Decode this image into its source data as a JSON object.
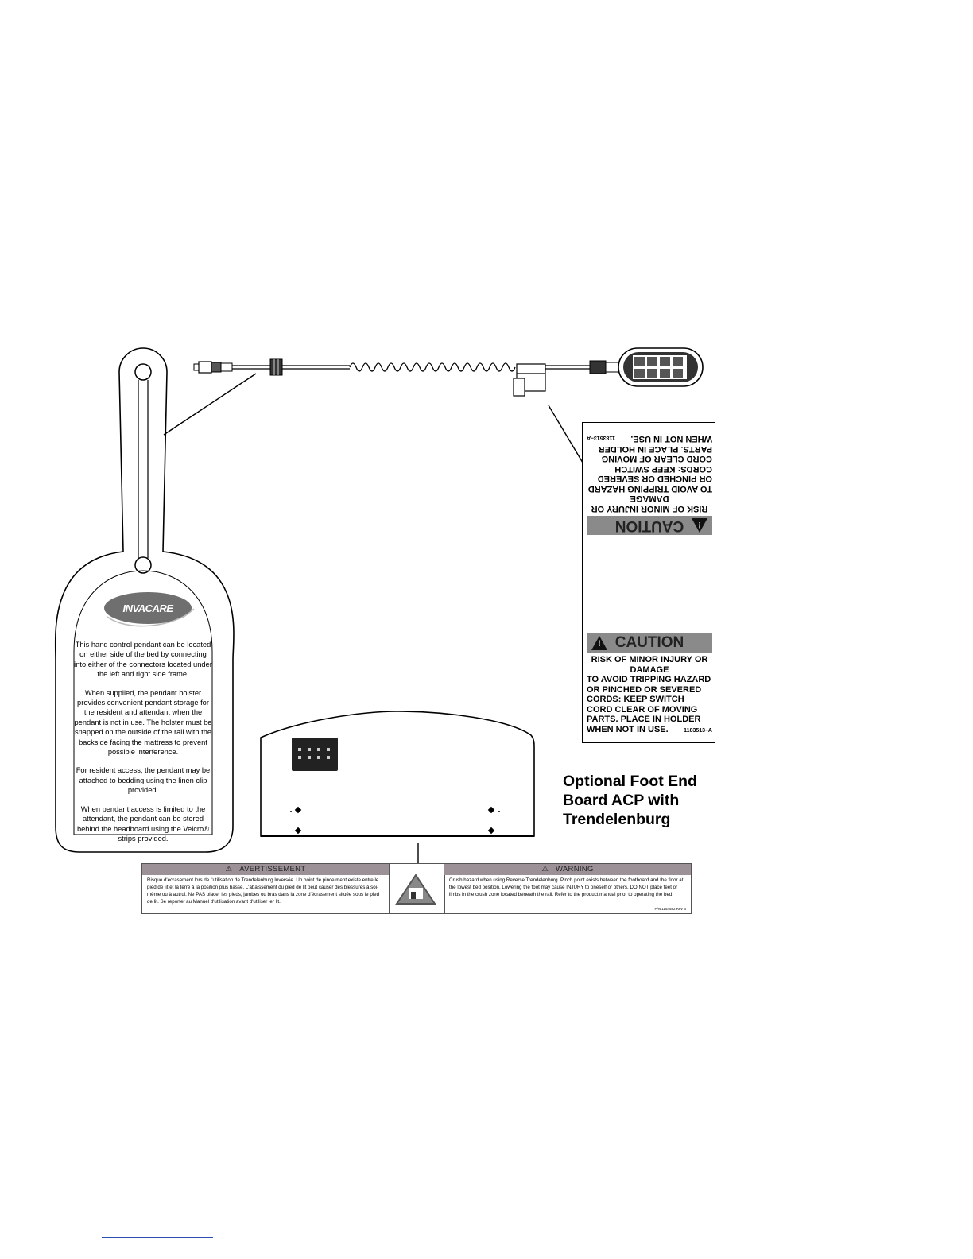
{
  "hanger": {
    "logo_text": "INVACARE",
    "paragraphs": [
      "This hand control pendant can be located on either side of the bed by connecting into either of the connectors located under the left and right side frame.",
      "When supplied, the pendant holster provides convenient pendant storage for the resident and attendant when the pendant is not in use.  The holster must be snapped on the outside of the rail with the backside facing the mattress to prevent possible interference.",
      "For resident access, the pendant may be attached to bedding using the linen clip provided.",
      "When pendant access is limited to the attendant, the pendant can be stored behind the headboard using the Velcro® strips provided."
    ]
  },
  "caution_label": {
    "header": "CAUTION",
    "risk": "RISK OF MINOR INJURY OR DAMAGE",
    "body": "TO AVOID TRIPPING HAZARD OR PINCHED OR SEVERED CORDS: KEEP SWITCH CORD CLEAR OF MOVING PARTS. PLACE IN HOLDER WHEN NOT IN USE.",
    "part_number": "1183513–A"
  },
  "optional_title": "Optional Foot End Board ACP with Trendelenburg",
  "warning_strip": {
    "fr_header": "AVERTISSEMENT",
    "fr_text": "Risque d'écrasement lors de l'utilisation de Trendelenburg Inversée. Un point de pince ment existe entre le pied de lit et la terre à la position plus basse. L'abaissement du pied de lit peut causer des blessures à soi-même ou à autrui. Ne PAS placer les pieds, jambes ou bras dans la zone d'écrasement située sous le pied de lit. Se reporter au Manuel d'utilisation avant d'utiliser ler lit.",
    "en_header": "WARNING",
    "en_text": "Crush hazard when using Reverse Trendelenburg. Pinch point exists between the footboard and the floor at the lowest bed position.  Lowering the foot may cause INJURY to oneself or others. DO NOT place feet or limbs in the crush zone located beneath the rail. Refer to the product manual prior to operating the bed.",
    "part_number": "P/N 1154582  Rev B",
    "header_color": "#9b9196"
  },
  "colors": {
    "caution_bar": "#8a8a8a",
    "logo_fill": "#6f6f6f",
    "link_line": "#2a4fb4"
  }
}
